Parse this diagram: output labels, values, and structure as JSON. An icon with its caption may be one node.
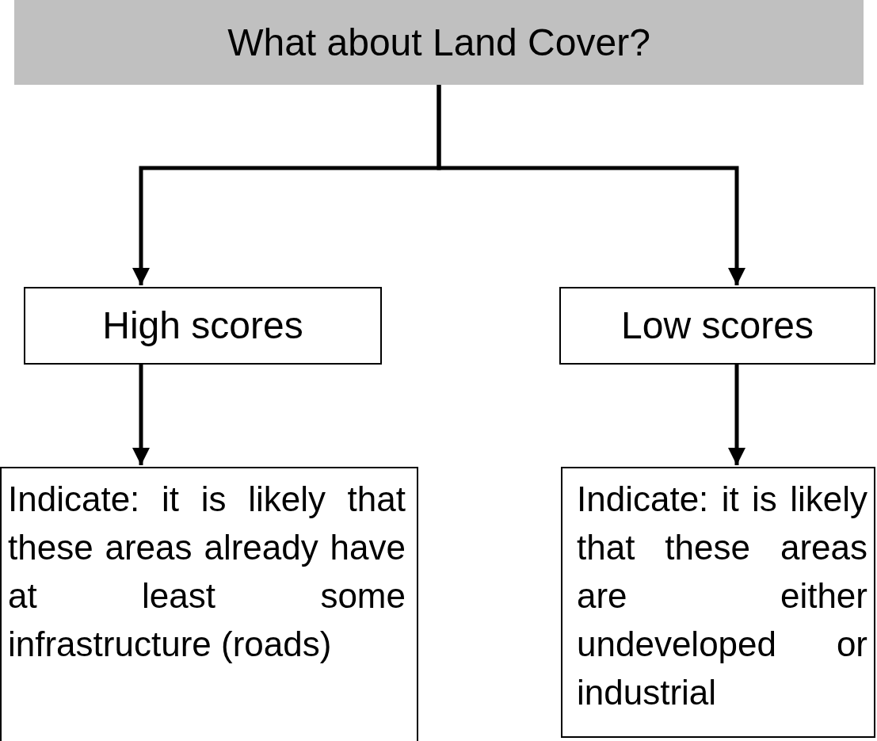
{
  "diagram": {
    "nodes": [
      {
        "text": [
          "What about Land Cover?"
        ]
      },
      {
        "text": [
          "High scores"
        ]
      },
      {
        "text": [
          "Low scores"
        ]
      },
      {
        "text": [
          "Indicate: it is likely that these areas already have at least some infrastructure (roads)"
        ]
      },
      {
        "text": [
          "Indicate: it is likely that these areas are either undeveloped or industrial"
        ]
      }
    ],
    "edges": [
      {
        "from": 0,
        "to": 1,
        "arrow": "to"
      },
      {
        "from": 0,
        "to": 2,
        "arrow": "to"
      },
      {
        "from": 1,
        "to": 3,
        "arrow": "to"
      },
      {
        "from": 2,
        "to": 4,
        "arrow": "to"
      }
    ]
  }
}
